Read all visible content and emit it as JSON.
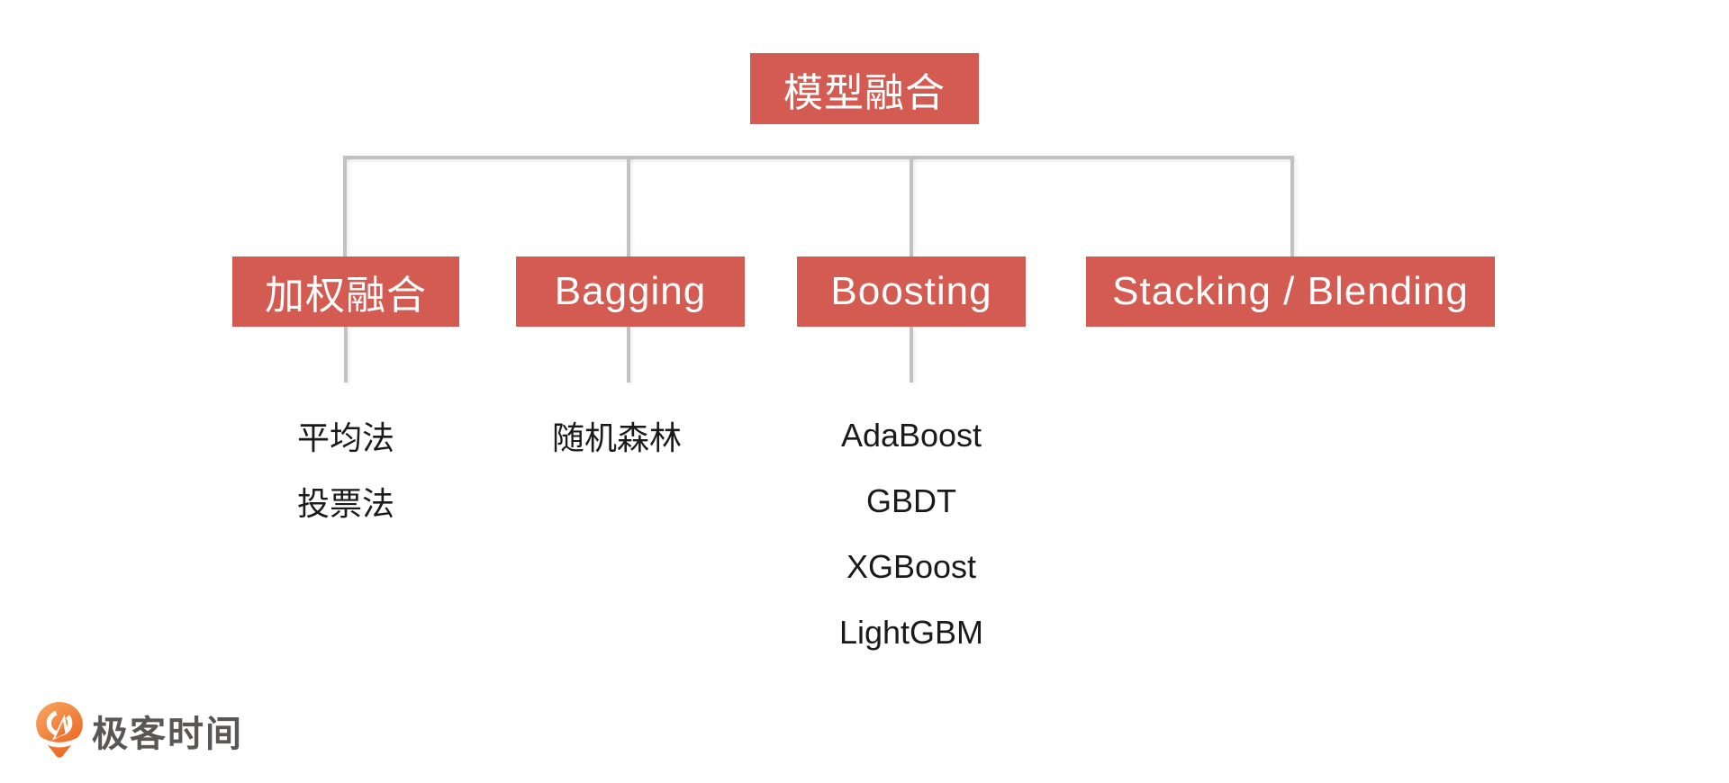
{
  "diagram": {
    "root": {
      "label": "模型融合"
    },
    "branches": [
      {
        "label": "加权融合",
        "children": [
          "平均法",
          "投票法"
        ]
      },
      {
        "label": "Bagging",
        "children": [
          "随机森林"
        ]
      },
      {
        "label": "Boosting",
        "children": [
          "AdaBoost",
          "GBDT",
          "XGBoost",
          "LightGBM"
        ]
      },
      {
        "label": "Stacking / Blending",
        "children": []
      }
    ],
    "colors": {
      "node_bg": "#d35b52",
      "node_text": "#ffffff",
      "connector": "#c2c2c2",
      "leaf_text": "#1a1a1a"
    }
  },
  "footer": {
    "brand_name": "极客时间",
    "brand_icon": "geektime-pin-icon",
    "brand_text_color": "#595656",
    "brand_icon_gradient": {
      "from": "#f8a35d",
      "to": "#e8601c"
    }
  }
}
